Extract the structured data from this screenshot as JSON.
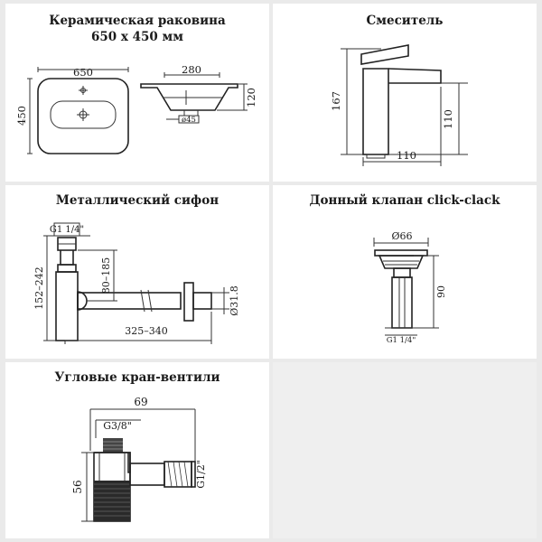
{
  "panels": {
    "sink": {
      "title_line1": "Керамическая раковина",
      "title_line2": "650 x 450 мм",
      "dim_width": "650",
      "dim_height": "450",
      "dim_side_width": "280",
      "dim_side_height": "120",
      "dim_drain": "ø45"
    },
    "faucet": {
      "title": "Смеситель",
      "dim_height": "167",
      "dim_spout_height": "110",
      "dim_depth": "110"
    },
    "siphon": {
      "title": "Металлический сифон",
      "dim_thread": "G1 1/4\"",
      "dim_height": "152–242",
      "dim_drop": "80–185",
      "dim_diameter": "Ø31.8",
      "dim_length": "325–340"
    },
    "valve": {
      "title": "Донный клапан click-clack",
      "dim_diameter": "Ø66",
      "dim_height": "90",
      "dim_thread": "G1 1/4\""
    },
    "angle_valve": {
      "title": "Угловые кран-вентили",
      "dim_width": "69",
      "dim_thread_top": "G3/8\"",
      "dim_height": "56",
      "dim_thread_side": "G1/2\""
    }
  }
}
